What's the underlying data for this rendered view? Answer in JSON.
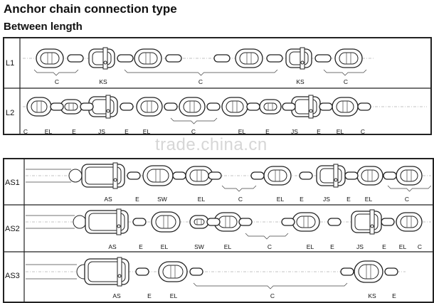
{
  "title": "Anchor chain connection type",
  "subtitle": "Between length",
  "watermark": "trade.china.cn",
  "top_panel": {
    "rows": [
      {
        "id": "L1",
        "labels": [
          "C",
          "KS",
          "C",
          "KS",
          "C"
        ]
      },
      {
        "id": "L2",
        "labels": [
          "C",
          "EL",
          "E",
          "JS",
          "E",
          "EL",
          "C",
          "EL",
          "E",
          "JS",
          "E",
          "EL",
          "C"
        ]
      }
    ]
  },
  "bottom_panel": {
    "rows": [
      {
        "id": "AS1",
        "labels": [
          "AS",
          "E",
          "SW",
          "EL",
          "C",
          "EL",
          "E",
          "JS",
          "E",
          "EL",
          "C"
        ]
      },
      {
        "id": "AS2",
        "labels": [
          "AS",
          "E",
          "EL",
          "SW",
          "EL",
          "C",
          "EL",
          "E",
          "JS",
          "E",
          "EL",
          "C"
        ]
      },
      {
        "id": "AS3",
        "labels": [
          "AS",
          "E",
          "EL",
          "C",
          "KS",
          "E"
        ]
      }
    ]
  }
}
